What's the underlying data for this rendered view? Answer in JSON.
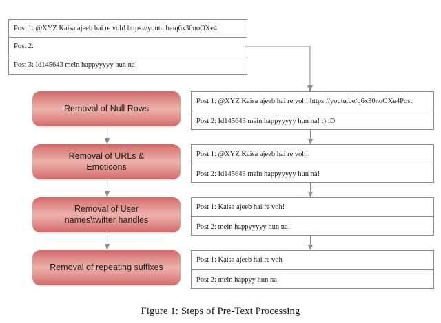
{
  "figure": {
    "caption": "Figure 1: Steps of Pre-Text Processing"
  },
  "source_table": {
    "name": "raw-input-posts",
    "rows": [
      "Post 1: @XYZ Kaisa ajeeb hai re voh! https://youtu.be/q6x30noOXe4",
      "Post 2:",
      "Post 3: Id145643 mein happyyyyy hun na!"
    ]
  },
  "process_steps": [
    {
      "label": "Removal of Null Rows"
    },
    {
      "label": "Removal of URLs &\nEmoticons"
    },
    {
      "label": "Removal of User\nnames\\twitter handles"
    },
    {
      "label": "Removal of repeating suffixes"
    }
  ],
  "output_tables": [
    {
      "name": "after-null-row-removal",
      "rows": [
        "Post 1: @XYZ Kaisa ajeeb hai re voh! https://youtu.be/q6x30noOXe4Post",
        "Post 2: Id145643 mein happyyyyy hun na! :) :D"
      ]
    },
    {
      "name": "after-url-emoticon-removal",
      "rows": [
        "Post 1: @XYZ Kaisa ajeeb hai re voh!",
        "Post 2: Id145643 mein happyyyyy hun na!"
      ]
    },
    {
      "name": "after-username-removal",
      "rows": [
        "Post 1: Kaisa ajeeb hai re voh!",
        "Post 2: mein happyyyyy hun na!"
      ]
    },
    {
      "name": "after-repeating-suffix-removal",
      "rows": [
        "Post 1: Kaisa ajeeb hai re voh",
        "Post 2: mein happyy hun na"
      ]
    }
  ],
  "colors": {
    "process_box_edge": "#d06a6a",
    "process_box_center": "#eeb1ac",
    "border": "#8d8d8d",
    "arrow": "#8d8d8d",
    "text": "#1a1a1a",
    "background": "#ffffff"
  }
}
